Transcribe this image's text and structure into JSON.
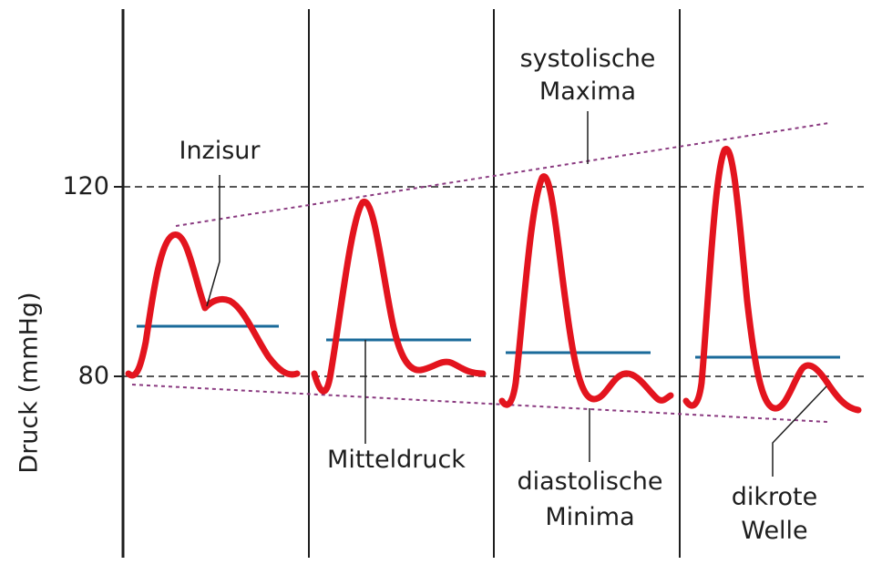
{
  "y_axis": {
    "label": "Druck (mmHg)",
    "ticks": [
      "120",
      "80"
    ]
  },
  "labels": {
    "inzisur": "Inzisur",
    "mitteldruck": "Mitteldruck",
    "systolische_maxima": [
      "systolische",
      "Maxima"
    ],
    "diastolische_minima": [
      "diastolische",
      "Minima"
    ],
    "dikrote_welle": [
      "dikrote",
      "Welle"
    ]
  },
  "colors": {
    "pressure_curve": "#e3141e",
    "mean_pressure": "#1a6a9a",
    "trend_line": "#8a3a80",
    "grid": "#1e1e1e"
  }
}
